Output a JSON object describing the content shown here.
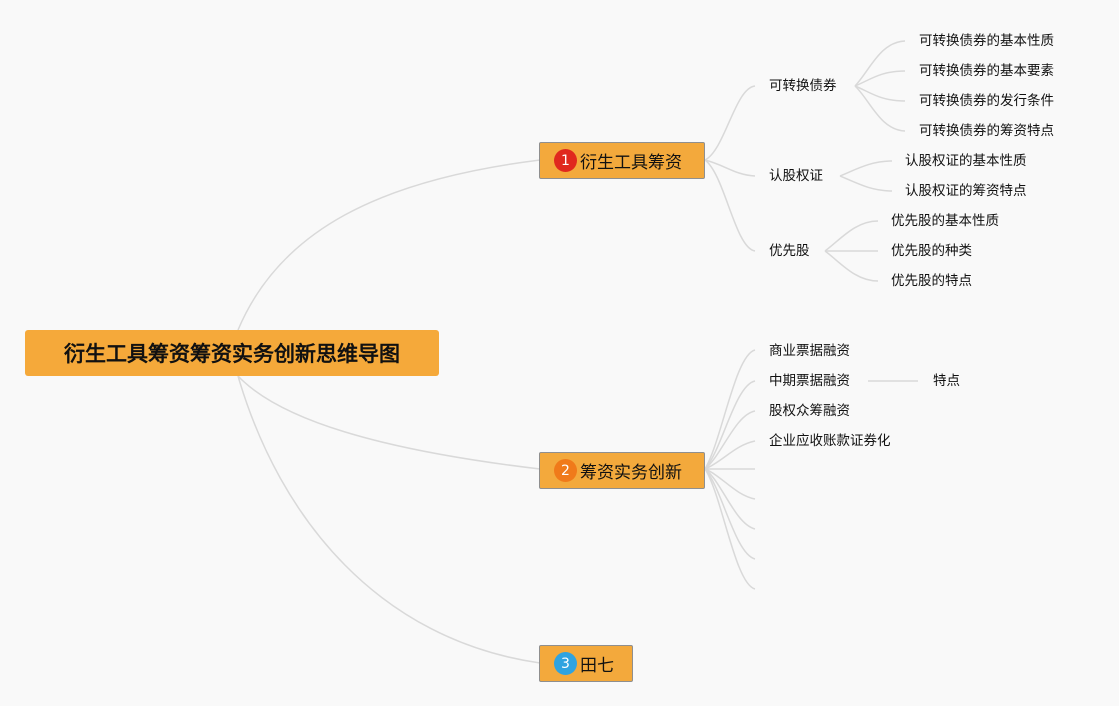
{
  "root": {
    "title": "衍生工具筹资筹资实务创新思维导图"
  },
  "branches": [
    {
      "number": "1",
      "title": "衍生工具筹资",
      "badge_color": "#e0281e",
      "children": [
        {
          "label": "可转换债券",
          "children": [
            "可转换债券的基本性质",
            "可转换债券的基本要素",
            "可转换债券的发行条件",
            "可转换债券的筹资特点"
          ]
        },
        {
          "label": "认股权证",
          "children": [
            "认股权证的基本性质",
            "认股权证的筹资特点"
          ]
        },
        {
          "label": "优先股",
          "children": [
            "优先股的基本性质",
            "优先股的种类",
            "优先股的特点"
          ]
        }
      ]
    },
    {
      "number": "2",
      "title": "筹资实务创新",
      "badge_color": "#f07a1a",
      "children": [
        {
          "label": "商业票据融资"
        },
        {
          "label": "中期票据融资",
          "children": [
            "特点"
          ]
        },
        {
          "label": "股权众筹融资"
        },
        {
          "label": "企业应收账款证券化"
        }
      ]
    },
    {
      "number": "3",
      "title": "田七",
      "badge_color": "#2fa3e0",
      "children": []
    }
  ]
}
